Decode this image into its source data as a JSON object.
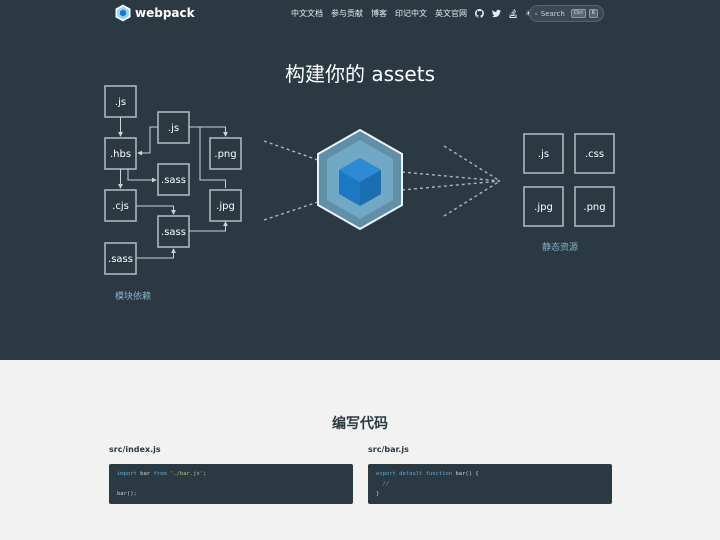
{
  "header": {
    "logo_text": "webpack",
    "nav": [
      {
        "label": "中文文档"
      },
      {
        "label": "参与贡献"
      },
      {
        "label": "博客"
      },
      {
        "label": "印记中文"
      },
      {
        "label": "英文官网"
      }
    ],
    "icons": [
      "github-icon",
      "twitter-icon",
      "stackoverflow-icon",
      "theme-toggle-icon"
    ],
    "search": {
      "label": "Search",
      "key1": "Ctrl",
      "key2": "K"
    }
  },
  "hero": {
    "title": "构建你的 assets",
    "modules": [
      ".js",
      ".hbs",
      ".js",
      ".png",
      ".sass",
      ".cjs",
      ".jpg",
      ".sass",
      ".sass"
    ],
    "modules_caption": "模块依赖",
    "assets": [
      ".js",
      ".css",
      ".jpg",
      ".png"
    ],
    "assets_caption": "静态资源"
  },
  "section": {
    "title": "编写代码",
    "files": [
      {
        "name": "src/index.js",
        "lines": [
          "import bar from './bar.js';",
          "",
          "bar();"
        ]
      },
      {
        "name": "src/bar.js",
        "lines": [
          "export default function bar() {",
          "  //",
          "}"
        ]
      }
    ]
  },
  "colors": {
    "dark_bg": "#2b3a42",
    "light_bg": "#f2f2f2",
    "accent": "#8dd6f9",
    "cube_blue": "#1c78c0"
  }
}
